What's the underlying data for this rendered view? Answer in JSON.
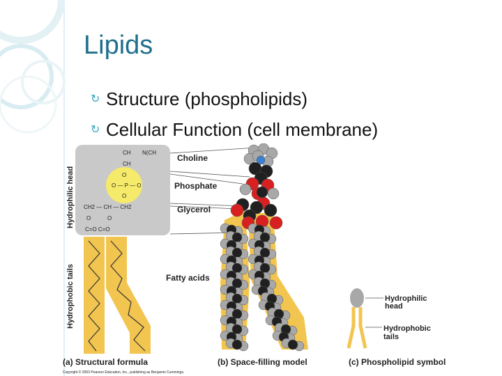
{
  "slide": {
    "title": "Lipids",
    "bullets": [
      "Structure (phospholipids)",
      "Cellular Function (cell membrane)"
    ]
  },
  "figure": {
    "side_labels": {
      "hydrophilic_head": "Hydrophilic head",
      "hydrophobic_tails": "Hydrophobic tails"
    },
    "chem": {
      "ch2_top": "CH",
      "n_ch3": "N(CH",
      "ch2_mid": "CH",
      "o_top": "O",
      "phosphate_row": "O — P — O",
      "o_bottom": "O",
      "glycerol_row": "CH2 — CH — CH2",
      "o_left": "O",
      "o_right": "O",
      "carbonyl_row": "C=O  C=O"
    },
    "part_labels": {
      "choline": "Choline",
      "phosphate": "Phosphate",
      "glycerol": "Glycerol",
      "fatty_acids": "Fatty acids",
      "hydrophilic": "Hydrophilic",
      "head": "head",
      "hydrophobic": "Hydrophobic",
      "tails": "tails"
    },
    "captions": {
      "a": "(a) Structural formula",
      "b": "(b) Space-filling model",
      "c": "(c) Phospholipid symbol"
    },
    "copyright": "Copyright © 2003 Pearson Education, Inc., publishing as Benjamin Cummings.",
    "colors": {
      "head_panel": "#c9c9c9",
      "phosphate_circle": "#f5ea6a",
      "tail_yellow": "#f2c550",
      "oxygen_red": "#d92020",
      "carbon_black": "#202020",
      "hydrogen_gray": "#a8a8a8",
      "nitrogen_blue": "#3a7fd0"
    }
  }
}
